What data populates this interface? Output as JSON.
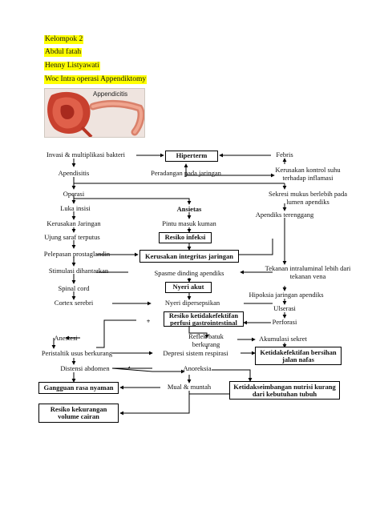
{
  "header": {
    "group": "Kelompok 2",
    "member1": "Abdul fatah",
    "member2": "Henny Listyawati",
    "title": "Woc Intra operasi Appendiktomy"
  },
  "illustration": {
    "caption": "Appendicitis",
    "highlight_color": "#ffff00"
  },
  "nodes": {
    "invasi": "Invasi & multiplikasi bakteri",
    "hiperterm": "Hiperterm",
    "febris": "Febris",
    "apendisitis": "Apendisitis",
    "peradangan": "Peradangan pada jaringan",
    "kerusakan_kontrol": "Kerusakan kontrol suhu terhadap inflamasi",
    "operasi": "Operasi",
    "sekresi": "Sekresi mukus berlebih pada lumen apendiks",
    "luka_insisi": "Luka insisi",
    "ansietas": "Ansietas",
    "apendiks_terenggang": "Apendiks terenggang",
    "kerusakan_jaringan": "Kerusakan Jaringan",
    "pintu_masuk": "Pintu masuk kuman",
    "ujung_saraf": "Ujung saraf terputus",
    "resiko_infeksi": "Resiko infeksi",
    "pelepasan": "Pelepasan prostaglandin",
    "kerusakan_integritas": "Kerusakan integritas jaringan",
    "stimulasi": "Stimulasi dihantarkan",
    "spasme": "Spasme dinding apendiks",
    "tekanan": "Tekanan intraluminal lebih dari tekanan vena",
    "spinal": "Spinal cord",
    "nyeri_akut": "Nyeri akut",
    "hipoksia": "Hipoksia jaringan apendiks",
    "cortex": "Cortex serebri",
    "nyeri_dipersepsikan": "Nyeri dipersepsikan",
    "ulserasi": "Ulserasi",
    "resiko_ketidakefektifan": "Resiko ketidakefektifan perfusi gastrointestinal",
    "perforasi": "Perforasi",
    "anestesi": "Anestesi",
    "refleks_batuk": "Reflek batuk berkurang",
    "akumulasi_sekret": "Akumulasi sekret",
    "peristaltik": "Peristaltik usus berkurang",
    "depresi": "Depresi sistem respirasi",
    "ketidakefektifan_jalan": "Ketidakefektifan bersihan jalan nafas",
    "distensi": "Distensi abdomen",
    "anoreksia": "Anoreksia",
    "ketidakseimbangan": "Ketidakseimbangan nutrisi kurang dari kebutuhan tubuh",
    "gangguan": "Gangguan rasa nyaman",
    "mual": "Mual & muntah",
    "resiko_kekurangan": "Resiko kekurangan volume cairan"
  },
  "edge_labels": {
    "plus": "+"
  }
}
